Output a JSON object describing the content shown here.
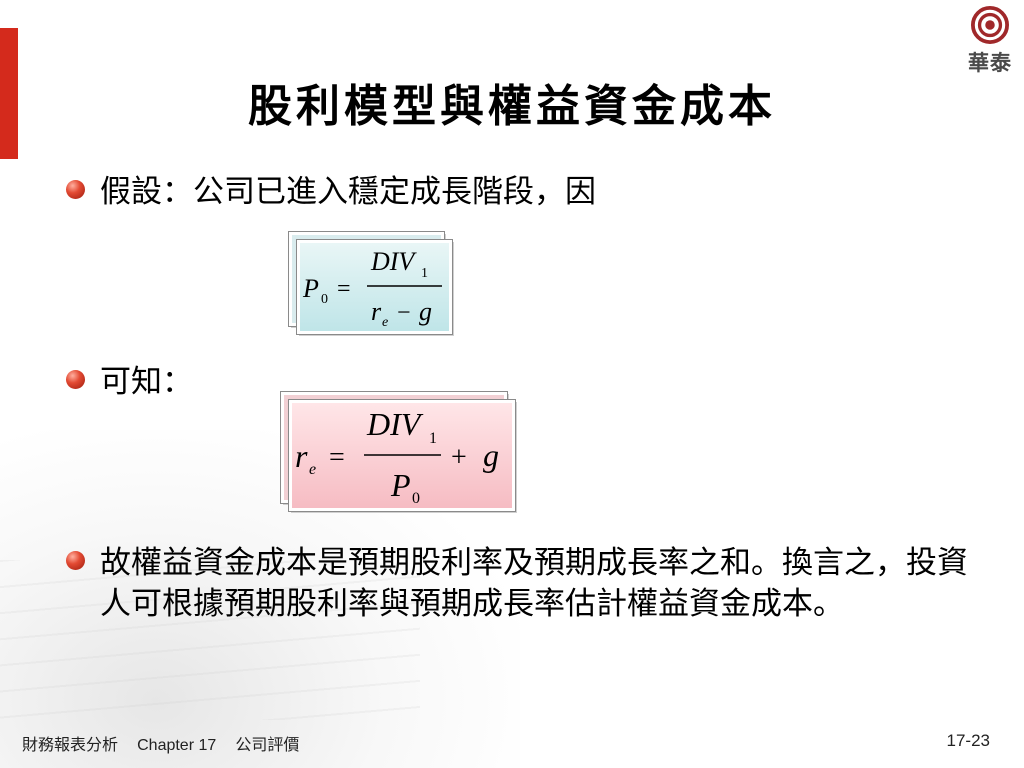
{
  "title": "股利模型與權益資金成本",
  "logo": {
    "text": "華泰",
    "icon": "huatai-logo-icon",
    "color": "#a0282a"
  },
  "accent_color": "#d42a1c",
  "bullets": [
    {
      "text": "假設：公司已進入穩定成長階段，因"
    },
    {
      "text": "可知："
    },
    {
      "text": "故權益資金成本是預期股利率及預期成長率之和。換言之，投資人可根據預期股利率與預期成長率估計權益資金成本。"
    }
  ],
  "formulas": {
    "f1": {
      "lhs": "P",
      "lhs_sub": "0",
      "eq": "=",
      "num": "DIV",
      "num_sub": "1",
      "den_r": "r",
      "den_sub": "e",
      "den_minus": "−",
      "den_g": "g",
      "bg": "#bfe5e8"
    },
    "f2": {
      "lhs": "r",
      "lhs_sub": "e",
      "eq": "=",
      "num": "DIV",
      "num_sub": "1",
      "den": "P",
      "den_sub": "0",
      "plus": "+",
      "g": "g",
      "bg": "#f6bcc3"
    }
  },
  "footer": {
    "book": "財務報表分析",
    "chapter": "Chapter 17",
    "topic": "公司評價",
    "page": "17-23"
  }
}
